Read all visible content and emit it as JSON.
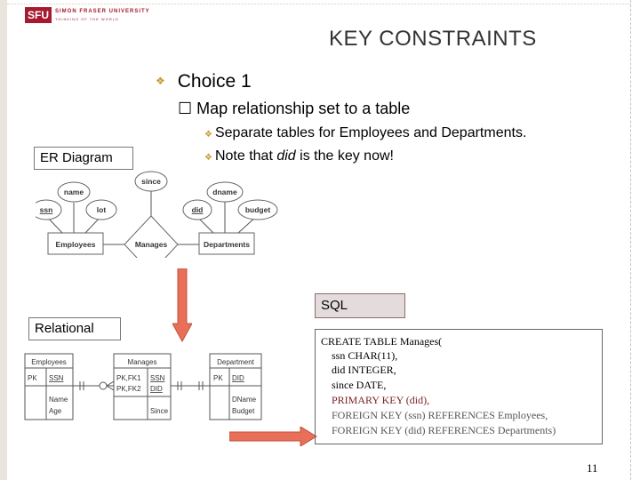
{
  "logo": {
    "mark": "SFU",
    "name": "SIMON FRASER UNIVERSITY",
    "tagline": "THINKING OF THE WORLD"
  },
  "slide": {
    "title": "KEY CONSTRAINTS",
    "bullet_level1": "Choice 1",
    "bullet_level2": "Map relationship set to a table",
    "bullet_level3a": "Separate tables for Employees and Departments.",
    "bullet_level3b_prefix": "Note that ",
    "bullet_level3b_em": "did",
    "bullet_level3b_suffix": " is the key now!",
    "page_number": "11"
  },
  "labels": {
    "er": "ER Diagram",
    "sql": "SQL",
    "relational": "Relational"
  },
  "er_diagram": {
    "entities": [
      "Employees",
      "Manages",
      "Departments"
    ],
    "attributes": [
      "name",
      "ssn",
      "lot",
      "since",
      "dname",
      "did",
      "budget"
    ]
  },
  "relational": {
    "tables": [
      {
        "name": "Employees",
        "rows": [
          [
            "PK",
            "SSN"
          ],
          [
            "",
            "Name"
          ],
          [
            "",
            "Age"
          ]
        ]
      },
      {
        "name": "Manages",
        "rows": [
          [
            "PK,FK1",
            "SSN"
          ],
          [
            "PK,FK2",
            "DID"
          ],
          [
            "",
            "Since"
          ]
        ]
      },
      {
        "name": "Department",
        "rows": [
          [
            "PK",
            "DID"
          ],
          [
            "",
            "DName"
          ],
          [
            "",
            "Budget"
          ]
        ]
      }
    ]
  },
  "sql": {
    "lines": [
      "CREATE TABLE  Manages(",
      "ssn  CHAR(11),",
      "did  INTEGER,",
      "since  DATE,",
      "PRIMARY KEY  (did),",
      "FOREIGN KEY (ssn) REFERENCES Employees,",
      "FOREIGN KEY (did) REFERENCES Departments)"
    ]
  },
  "colors": {
    "accent": "#a6192e",
    "arrow": "#e8705a",
    "bullet": "#c79a2e",
    "primary_key_line": "#7a1f1f"
  }
}
